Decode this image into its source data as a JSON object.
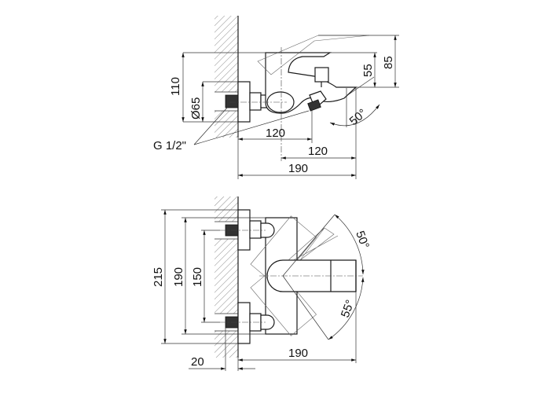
{
  "side_view": {
    "dim_height_total": "110",
    "dim_flange_diameter": "Ø65",
    "dim_lever_height": "55",
    "dim_lever_open_height": "85",
    "dim_outlet_distance": "120",
    "dim_spout_from_axis": "120",
    "dim_projection": "190",
    "angle_spout": "50°",
    "thread_label": "G 1/2\""
  },
  "front_view": {
    "dim_total_height": "215",
    "dim_body_height": "190",
    "dim_centers": "150",
    "dim_projection": "190",
    "dim_wall_offset": "20",
    "angle_left": "50°",
    "angle_right": "55°"
  },
  "colors": {
    "line": "#1a1a1a",
    "thread": "#333333"
  }
}
